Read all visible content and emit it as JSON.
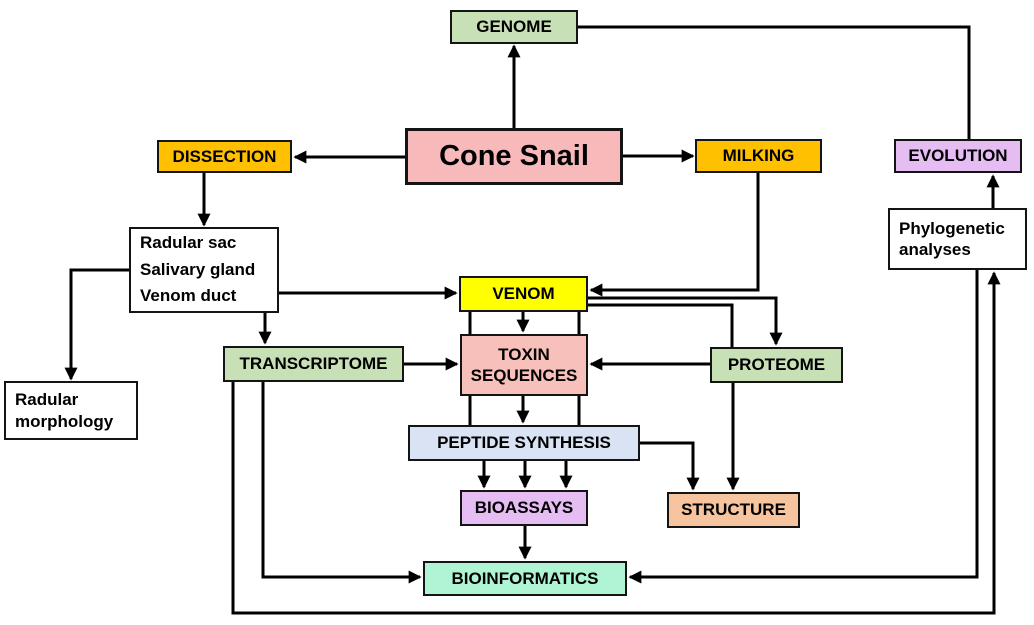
{
  "diagram": {
    "line_color": "#000000",
    "nodes": {
      "genome": {
        "label": "GENOME",
        "fill": "#C8E0B6"
      },
      "cone_snail": {
        "label": "Cone Snail",
        "fill": "#F8B9BB"
      },
      "dissection": {
        "label": "DISSECTION",
        "fill": "#FFC000"
      },
      "milking": {
        "label": "MILKING",
        "fill": "#FFC000"
      },
      "evolution": {
        "label": "EVOLUTION",
        "fill": "#E5BDF3"
      },
      "organs": {
        "label": "Radular sac\nSalivary gland\nVenom duct",
        "fill": "#FFFFFF"
      },
      "phylogenetic_analyses": {
        "label": "Phylogenetic analyses",
        "fill": "#FFFFFF"
      },
      "radular_morphology": {
        "label": "Radular morphology",
        "fill": "#FFFFFF"
      },
      "venom": {
        "label": "VENOM",
        "fill": "#FFFF00"
      },
      "transcriptome": {
        "label": "TRANSCRIPTOME",
        "fill": "#C8E0B6"
      },
      "toxin_sequences": {
        "label": "TOXIN SEQUENCES",
        "fill": "#F8C0BA"
      },
      "proteome": {
        "label": "PROTEOME",
        "fill": "#C8E0B6"
      },
      "peptide_synthesis": {
        "label": "PEPTIDE SYNTHESIS",
        "fill": "#DAE3F3"
      },
      "bioassays": {
        "label": "BIOASSAYS",
        "fill": "#E5BDF3"
      },
      "structure": {
        "label": "STRUCTURE",
        "fill": "#F6C49E"
      },
      "bioinformatics": {
        "label": "BIOINFORMATICS",
        "fill": "#AFF5D3"
      }
    },
    "edges": [
      {
        "from": "cone_snail",
        "to": "genome",
        "arrow": true
      },
      {
        "from": "genome",
        "to": "evolution",
        "arrow": false
      },
      {
        "from": "cone_snail",
        "to": "dissection",
        "arrow": true
      },
      {
        "from": "cone_snail",
        "to": "milking",
        "arrow": true
      },
      {
        "from": "dissection",
        "to": "organs",
        "arrow": true
      },
      {
        "from": "organs",
        "to": "radular_morphology",
        "arrow": true
      },
      {
        "from": "organs",
        "to": "venom",
        "arrow": true
      },
      {
        "from": "organs",
        "to": "transcriptome",
        "arrow": true
      },
      {
        "from": "milking",
        "to": "venom",
        "arrow": true
      },
      {
        "from": "venom",
        "to": "proteome",
        "arrow": true
      },
      {
        "from": "venom",
        "to": "proteome",
        "arrow": false,
        "note": "second parallel line"
      },
      {
        "from": "venom",
        "to": "toxin_sequences",
        "arrow": true,
        "parallel_lines": 3
      },
      {
        "from": "transcriptome",
        "to": "toxin_sequences",
        "arrow": true
      },
      {
        "from": "proteome",
        "to": "toxin_sequences",
        "arrow": true
      },
      {
        "from": "toxin_sequences",
        "to": "peptide_synthesis",
        "arrow": true,
        "parallel_lines": 3
      },
      {
        "from": "peptide_synthesis",
        "to": "bioassays",
        "arrow": true,
        "parallel_lines": 3
      },
      {
        "from": "peptide_synthesis",
        "to": "structure",
        "arrow": true
      },
      {
        "from": "proteome",
        "to": "structure",
        "arrow": true
      },
      {
        "from": "bioassays",
        "to": "bioinformatics",
        "arrow": true
      },
      {
        "from": "transcriptome",
        "to": "bioinformatics",
        "arrow": true
      },
      {
        "from": "transcriptome",
        "to": "phylogenetic_analyses",
        "arrow": true
      },
      {
        "from": "phylogenetic_analyses",
        "to": "bioinformatics",
        "arrow": true
      },
      {
        "from": "phylogenetic_analyses",
        "to": "evolution",
        "arrow": true
      }
    ]
  }
}
